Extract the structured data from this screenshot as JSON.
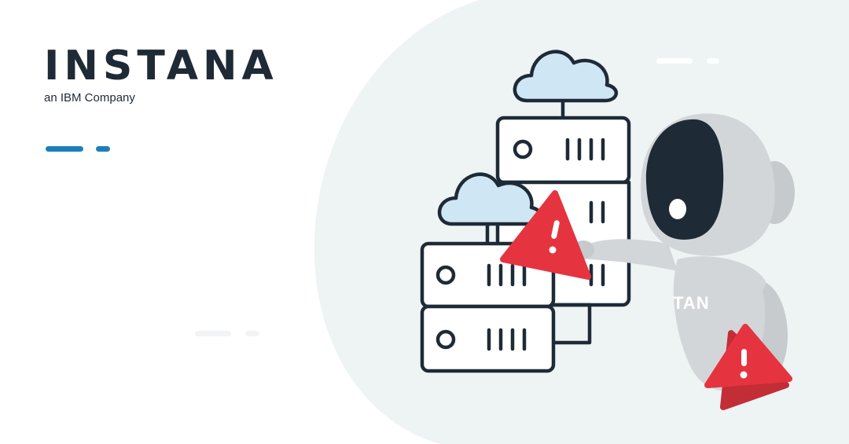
{
  "brand": {
    "logo_text": "INSTANA",
    "tagline": "an IBM Company"
  },
  "robot": {
    "chest_text": "TAN"
  },
  "icons": [
    "cloud-icon",
    "server-icon",
    "warning-icon",
    "robot-icon"
  ],
  "colors": {
    "ink": "#1f2a37",
    "accent_blue": "#1e7fb8",
    "cloud_fill": "#cfe7f5",
    "alert_red": "#e5343f",
    "bg_blob": "#eef3f4",
    "robot_gray": "#d3d6d9"
  }
}
